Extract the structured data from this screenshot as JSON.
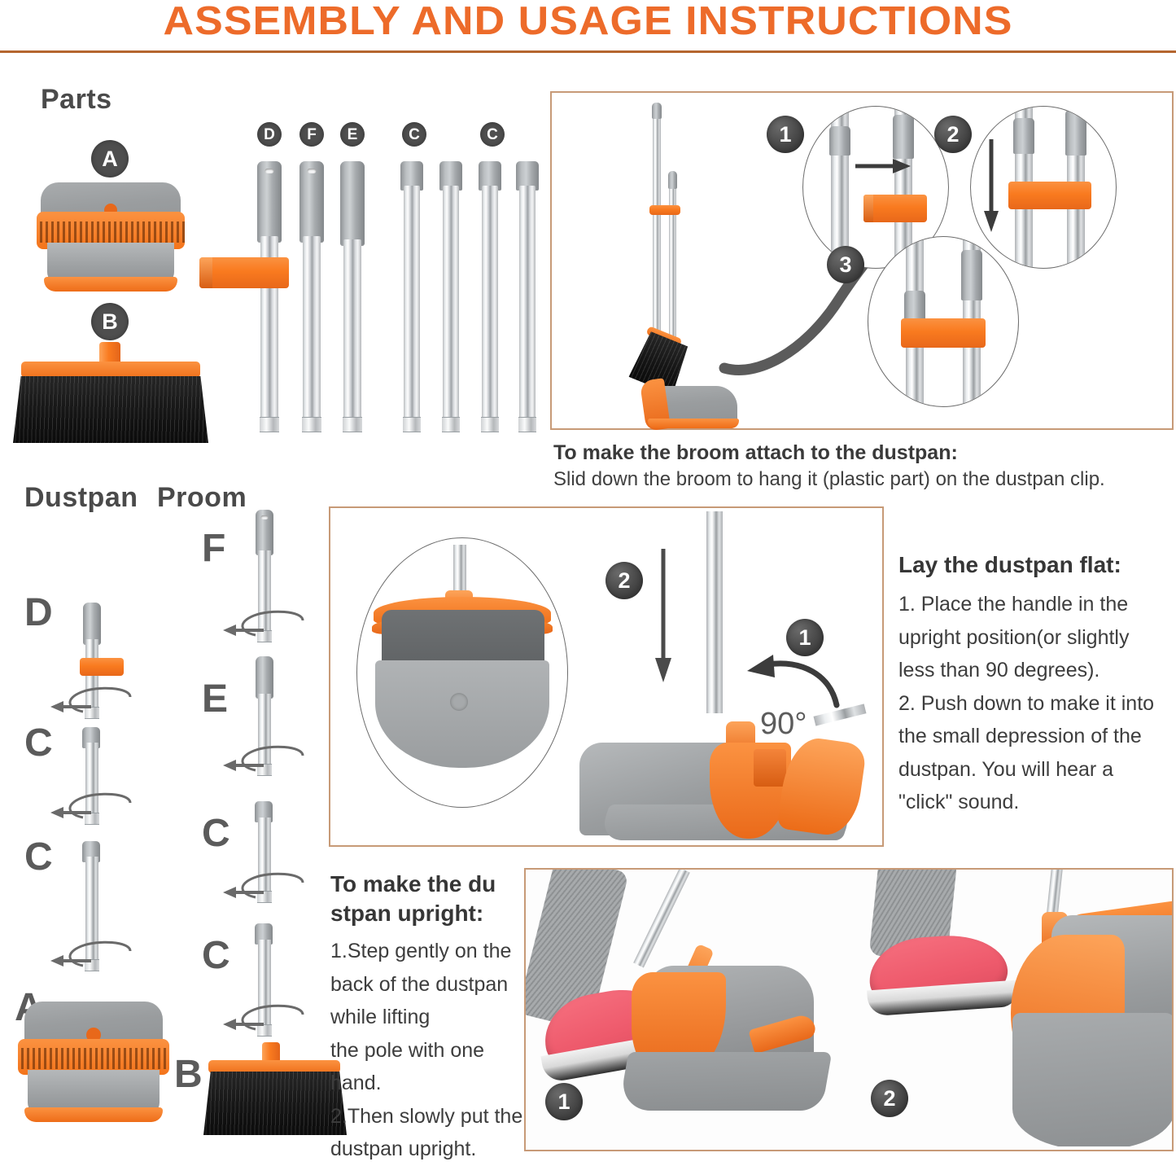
{
  "page": {
    "title": "ASSEMBLY AND USAGE INSTRUCTIONS",
    "accent_orange": "#ED6B2A",
    "plastic_orange": "#F97A1F",
    "rule_color": "#B5662F",
    "frame_border": "#C79A77",
    "badge_dark": "#4e4e4e",
    "metal_grey": "#a9acae"
  },
  "parts": {
    "heading": "Parts",
    "items": [
      {
        "badge": "A",
        "name": "dustpan-head"
      },
      {
        "badge": "B",
        "name": "broom-head"
      },
      {
        "badge": "D",
        "name": "pole-with-clip"
      },
      {
        "badge": "F",
        "name": "pole-handle-f"
      },
      {
        "badge": "E",
        "name": "pole-handle-e"
      },
      {
        "badge": "C",
        "name": "extension-pole-1"
      },
      {
        "badge": "C",
        "name": "extension-pole-2"
      },
      {
        "badge": "C",
        "name": "extension-pole-3"
      },
      {
        "badge": "C",
        "name": "extension-pole-4"
      }
    ],
    "pole_labels": [
      "D",
      "F",
      "E",
      "C",
      "C"
    ]
  },
  "attach_panel": {
    "steps": [
      "1",
      "2",
      "3"
    ],
    "caption_heading": "To make the broom attach to the dustpan:",
    "caption_body": "Slid down the broom to hang it (plastic part) on the dustpan clip."
  },
  "assembly": {
    "columns": [
      {
        "heading": "Dustpan",
        "stack": [
          "D",
          "C",
          "C",
          "A"
        ]
      },
      {
        "heading": "Proom",
        "stack": [
          "F",
          "E",
          "C",
          "C",
          "B"
        ]
      }
    ]
  },
  "flat_panel": {
    "steps": [
      "2",
      "1"
    ],
    "angle_label": "90°",
    "heading": "Lay the dustpan flat:",
    "lines": [
      "1. Place the handle in the",
      "upright position(or slightly",
      "less than 90 degrees).",
      "2. Push down to make it into",
      "the small depression of the",
      "dustpan. You will hear a",
      "\"click\" sound."
    ]
  },
  "upright_panel": {
    "heading_line1": "To make the du",
    "heading_line2": "stpan upright:",
    "lines": [
      "1.Step gently on the",
      "back of the dustpan",
      "while lifting",
      "the pole with one hand.",
      "2.Then slowly put the",
      "dustpan upright."
    ],
    "photo_steps": [
      "1",
      "2"
    ]
  }
}
